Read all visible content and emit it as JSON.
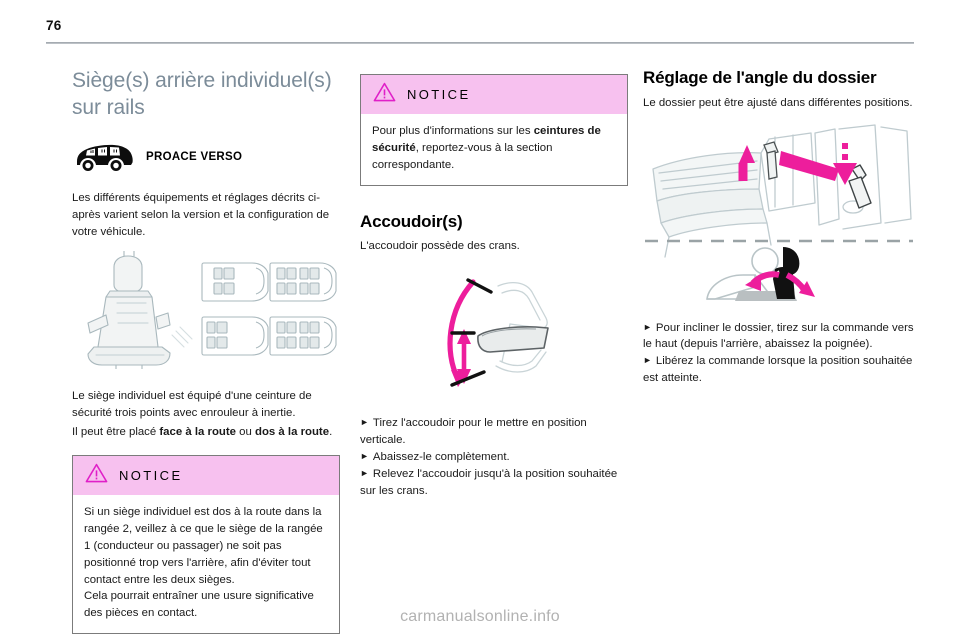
{
  "page": {
    "number": "76",
    "watermark": "carmanualsonline.info"
  },
  "colors": {
    "title": "#7c8c99",
    "notice_header_bg": "#f7c1ef",
    "notice_accent": "#e020c8",
    "arrow_magenta": "#ed1e9c",
    "diagram_line": "#9fb0b5",
    "rule": "#9aa0a6"
  },
  "column1": {
    "title": "Siège(s) arrière individuel(s) sur rails",
    "model_badge": {
      "icon": "van-icon",
      "label": "PROACE VERSO"
    },
    "intro": "Les différents équipements et réglages décrits ci-après varient selon la version et la configuration de votre véhicule.",
    "figure_seats_alt": "individual-seat-and-seating-layouts-diagram",
    "paragraph_1": "Le siège individuel est équipé d'une ceinture de sécurité trois points avec enrouleur à inertie.",
    "paragraph_2_pre": "Il peut être placé ",
    "paragraph_2_bold_1": "face à la route",
    "paragraph_2_mid": " ou ",
    "paragraph_2_bold_2": "dos à la route",
    "paragraph_2_end": ".",
    "notice": {
      "label": "NOTICE",
      "icon": "warning-triangle-icon",
      "line_1": "Si un siège individuel est dos à la route dans la rangée 2, veillez à ce que le siège de la rangée 1 (conducteur ou passager) ne soit pas positionné trop vers l'arrière, afin d'éviter tout contact entre les deux sièges.",
      "line_2": "Cela pourrait entraîner une usure significative des pièces en contact."
    }
  },
  "column2": {
    "notice": {
      "label": "NOTICE",
      "icon": "warning-triangle-icon",
      "text_pre": "Pour plus d'informations sur les ",
      "text_bold": "ceintures de sécurité",
      "text_post": ", reportez-vous à la section correspondante."
    },
    "heading": "Accoudoir(s)",
    "intro": "L'accoudoir possède des crans.",
    "figure_armrest_alt": "armrest-movement-diagram",
    "steps": [
      "Tirez l'accoudoir pour le mettre en position verticale.",
      "Abaissez-le complètement.",
      "Relevez l'accoudoir jusqu'à la position souhaitée sur les crans."
    ]
  },
  "column3": {
    "heading": "Réglage de l'angle du dossier",
    "intro": "Le dossier peut être ajusté dans différentes positions.",
    "figure_recline_alt": "seatback-recline-control-diagram",
    "steps": [
      "Pour incliner le dossier, tirez sur la commande vers le haut (depuis l'arrière, abaissez la poignée).",
      "Libérez la commande lorsque la position souhaitée est atteinte."
    ]
  },
  "icons": {
    "bullet": "►",
    "triangle": "warning-triangle-icon",
    "van": "van-icon"
  }
}
